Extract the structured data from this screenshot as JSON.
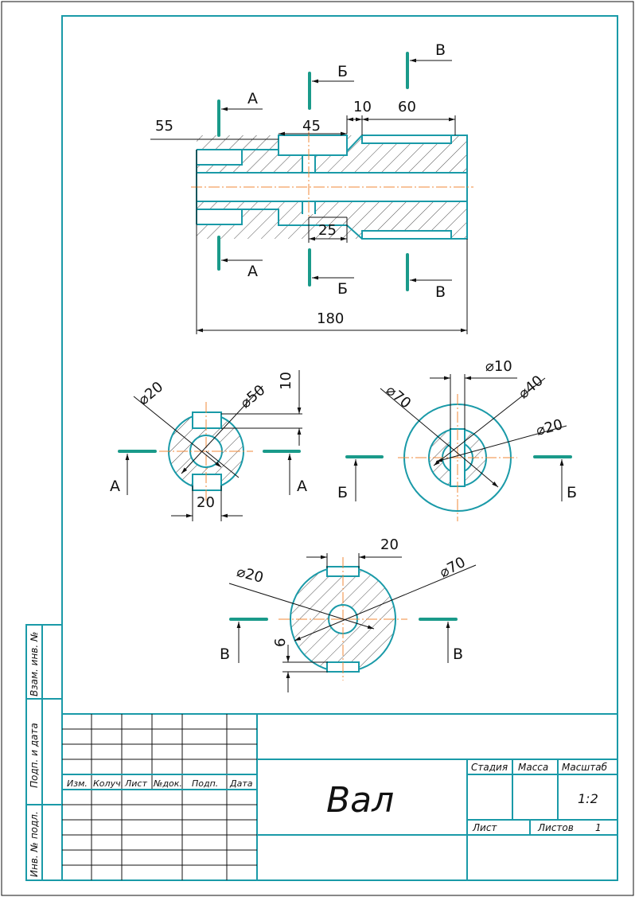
{
  "drawing": {
    "dimensions": {
      "d55": "55",
      "d45": "45",
      "d10": "10",
      "d60": "60",
      "d25": "25",
      "d180": "180",
      "secA_d20": "⌀20",
      "secA_d50": "⌀50",
      "secA_10": "10",
      "secA_20": "20",
      "secB_d70": "⌀70",
      "secB_d10": "⌀10",
      "secB_d40": "⌀40",
      "secB_d20": "⌀20",
      "secV_20": "20",
      "secV_d20": "⌀20",
      "secV_d70": "⌀70",
      "secV_6": "6"
    },
    "section_letters": {
      "a": "А",
      "b": "Б",
      "v": "В"
    }
  },
  "title_block": {
    "side_labels": [
      "Взам. инв. №",
      "Подп. и дата",
      "Инв. № подл."
    ],
    "headers": [
      "Изм.",
      "Колуч.",
      "Лист",
      "№док.",
      "Подп.",
      "Дата"
    ],
    "part_name": "Вал",
    "stage_label": "Стадия",
    "mass_label": "Масса",
    "scale_label": "Масштаб",
    "scale_value": "1:2",
    "sheet_label": "Лист",
    "sheets_label": "Листов",
    "sheets_value": "1"
  },
  "colors": {
    "outline": "#1a9aa8",
    "axis": "#f0883a",
    "cut": "#1a9a8a"
  }
}
